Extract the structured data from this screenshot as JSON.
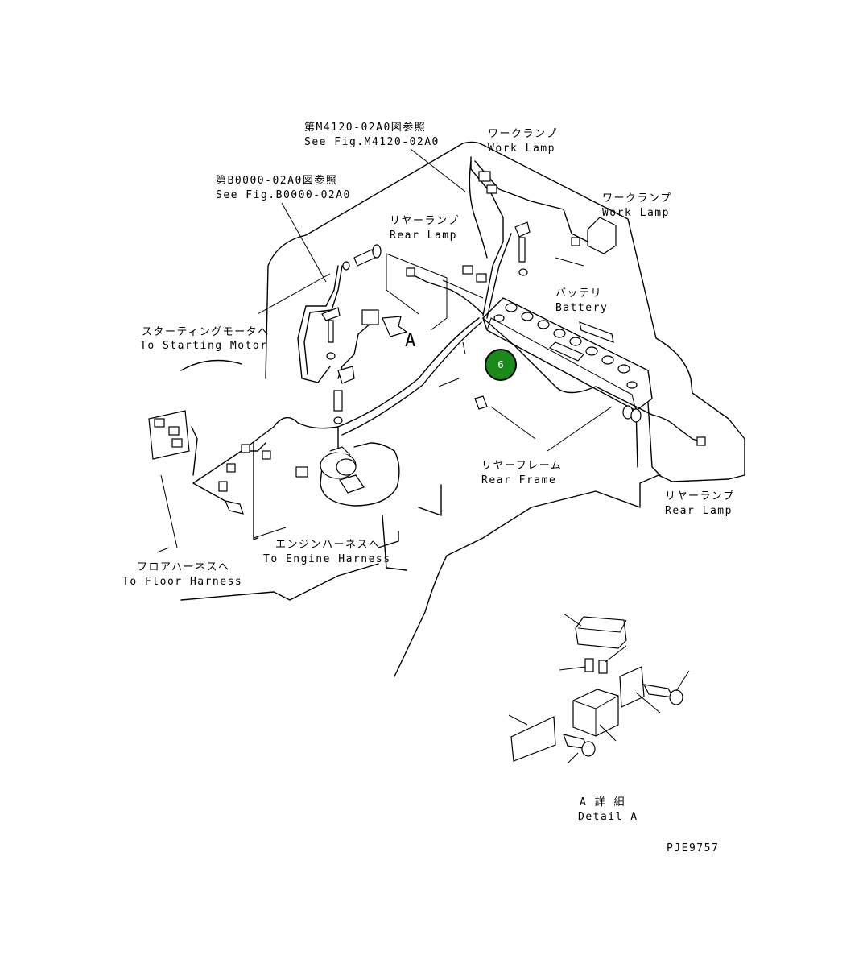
{
  "labels": {
    "see_m4120_jp": "第M4120-02A0図参照",
    "see_m4120_en": "See Fig.M4120-02A0",
    "work_lamp1_jp": "ワークランプ",
    "work_lamp1_en": "Work Lamp",
    "see_b0000_jp": "第B0000-02A0図参照",
    "see_b0000_en": "See Fig.B0000-02A0",
    "work_lamp2_jp": "ワークランプ",
    "work_lamp2_en": "Work Lamp",
    "rear_lamp1_jp": "リヤーランプ",
    "rear_lamp1_en": "Rear Lamp",
    "battery_jp": "バッテリ",
    "battery_en": "Battery",
    "starting_motor_jp": "スターティングモータへ",
    "starting_motor_en": "To Starting Motor",
    "view_a": "A",
    "rear_frame_jp": "リヤーフレーム",
    "rear_frame_en": "Rear Frame",
    "rear_lamp2_jp": "リヤーランプ",
    "rear_lamp2_en": "Rear Lamp",
    "engine_harness_jp": "エンジンハーネスへ",
    "engine_harness_en": "To Engine Harness",
    "floor_harness_jp": "フロアハーネスへ",
    "floor_harness_en": "To Floor Harness",
    "detail_a_jp": "A 詳 細",
    "detail_a_en": "Detail A",
    "drawing_code": "PJE9757"
  },
  "callouts": [
    {
      "number": "6",
      "color": "#1a8a1a"
    }
  ]
}
